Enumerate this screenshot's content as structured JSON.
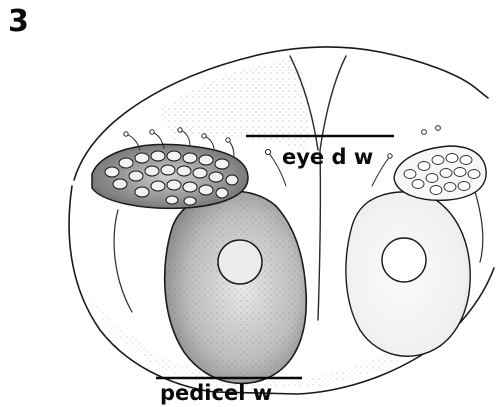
{
  "figure": {
    "panel_number": "3",
    "labels": {
      "eye_dorsal_width": "eye d w",
      "pedicel_width": "pedicel w"
    },
    "colors": {
      "ink": "#1a1a1a",
      "stipple": "#6b6b6b",
      "background": "#ffffff"
    }
  }
}
